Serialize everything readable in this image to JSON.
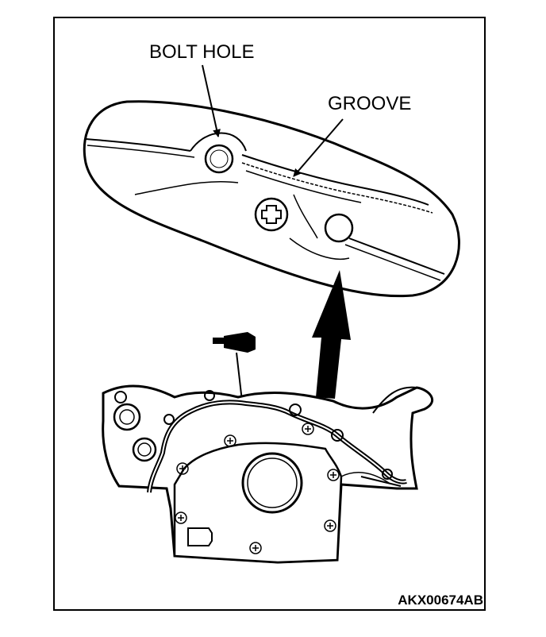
{
  "labels": {
    "bolt_hole": "BOLT HOLE",
    "groove": "GROOVE"
  },
  "figure_code": "AKX00674AB",
  "colors": {
    "ink": "#000000",
    "paper": "#ffffff"
  },
  "icons": [
    "sealant-tube-icon",
    "screw-head-icon"
  ]
}
